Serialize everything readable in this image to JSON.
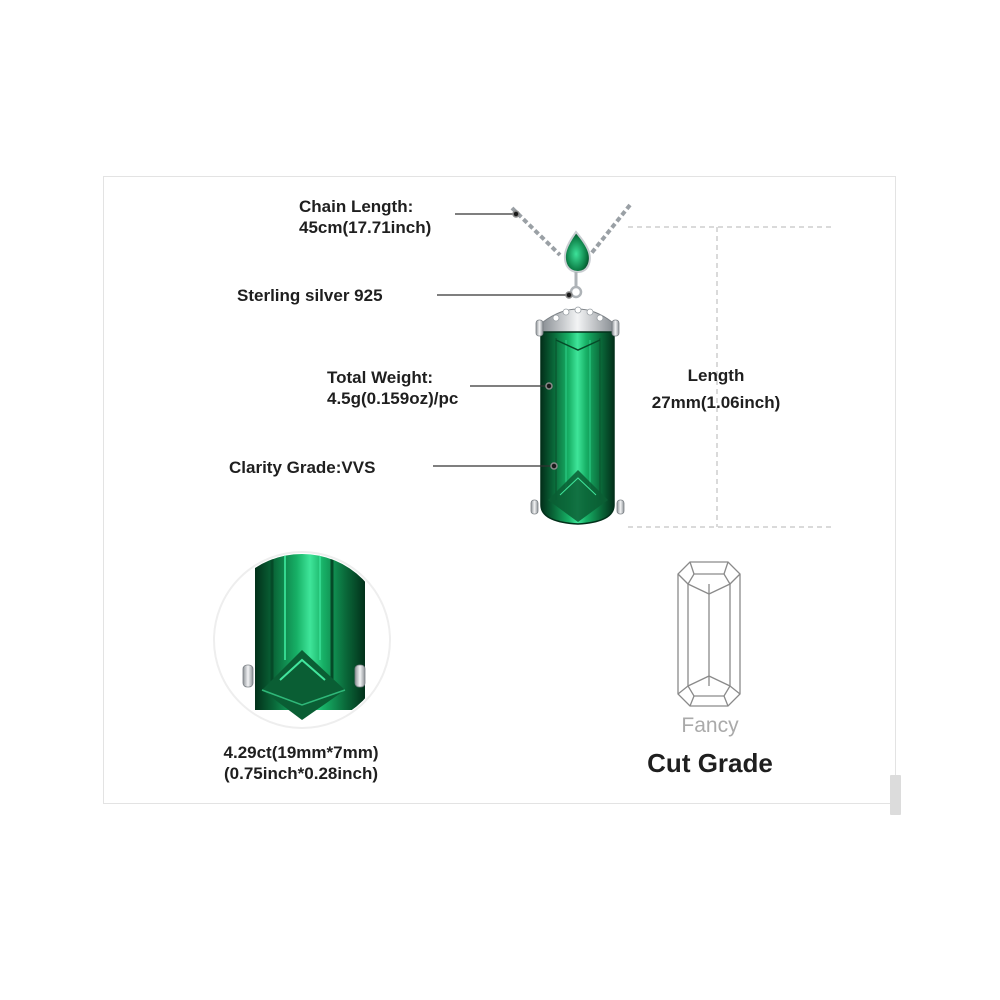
{
  "specs": {
    "chain_length": [
      "Chain Length:",
      "45cm(17.71inch)"
    ],
    "material": "Sterling silver 925",
    "total_weight": [
      "Total Weight:",
      "4.5g(0.159oz)/pc"
    ],
    "clarity": "Clarity Grade:VVS",
    "length": [
      "Length",
      "27mm(1.06inch)"
    ],
    "stone_size": [
      "4.29ct(19mm*7mm)",
      "(0.75inch*0.28inch)"
    ]
  },
  "cut": {
    "shape": "Fancy",
    "title": "Cut Grade"
  },
  "colors": {
    "emerald": "#0d8a4a",
    "emerald_light": "#22c27a",
    "emerald_dark": "#03351e",
    "silver": "#c9cdd1",
    "leader_line": "#333333",
    "dashed_line": "#b5b5b5"
  }
}
